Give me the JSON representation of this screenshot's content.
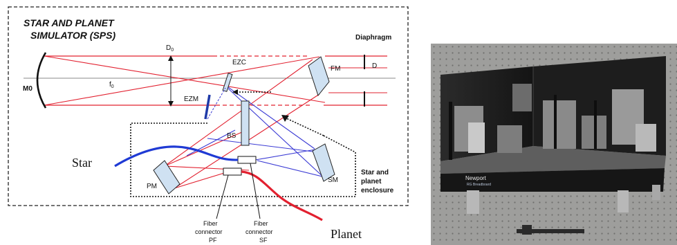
{
  "diagram": {
    "title_line1": "STAR AND PLANET",
    "title_line2": "SIMULATOR (SPS)",
    "diaphragm": "Diaphragm",
    "m0": "M0",
    "d0": "D",
    "d0_sub": "0",
    "f0": "f",
    "f0_sub": "0",
    "ezc": "EZC",
    "ezm": "EZM",
    "fm": "FM",
    "d": "D",
    "bs": "BS",
    "pm": "PM",
    "sm": "SM",
    "enclosure_line1": "Star and",
    "enclosure_line2": "planet",
    "enclosure_line3": "enclosure",
    "star": "Star",
    "planet": "Planet",
    "fiber_pf_line1": "Fiber",
    "fiber_pf_line2": "connector",
    "fiber_pf_line3": "PF",
    "fiber_sf_line1": "Fiber",
    "fiber_sf_line2": "connector",
    "fiber_sf_line3": "SF"
  },
  "photo": {
    "brand_name": "Newport",
    "brand_sub": "RG Breadboard"
  }
}
